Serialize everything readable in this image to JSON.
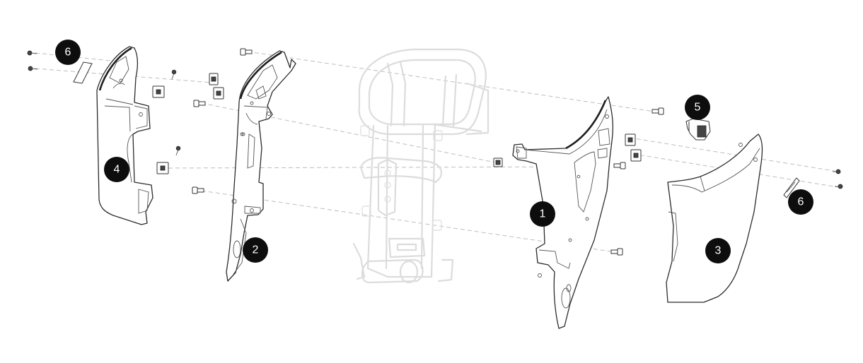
{
  "diagram": {
    "callouts": [
      {
        "id": "callout-1",
        "label": "1"
      },
      {
        "id": "callout-2",
        "label": "2"
      },
      {
        "id": "callout-3",
        "label": "3"
      },
      {
        "id": "callout-4",
        "label": "4"
      },
      {
        "id": "callout-5",
        "label": "5"
      },
      {
        "id": "callout-6-left",
        "label": "6"
      },
      {
        "id": "callout-6-right",
        "label": "6"
      }
    ],
    "colors": {
      "badge": "#0d0d0d",
      "badge_text": "#ffffff",
      "part_outline": "#2b2b2b",
      "frame_ghost": "#dcdcdc",
      "guide_line": "#bdbdbd"
    }
  }
}
